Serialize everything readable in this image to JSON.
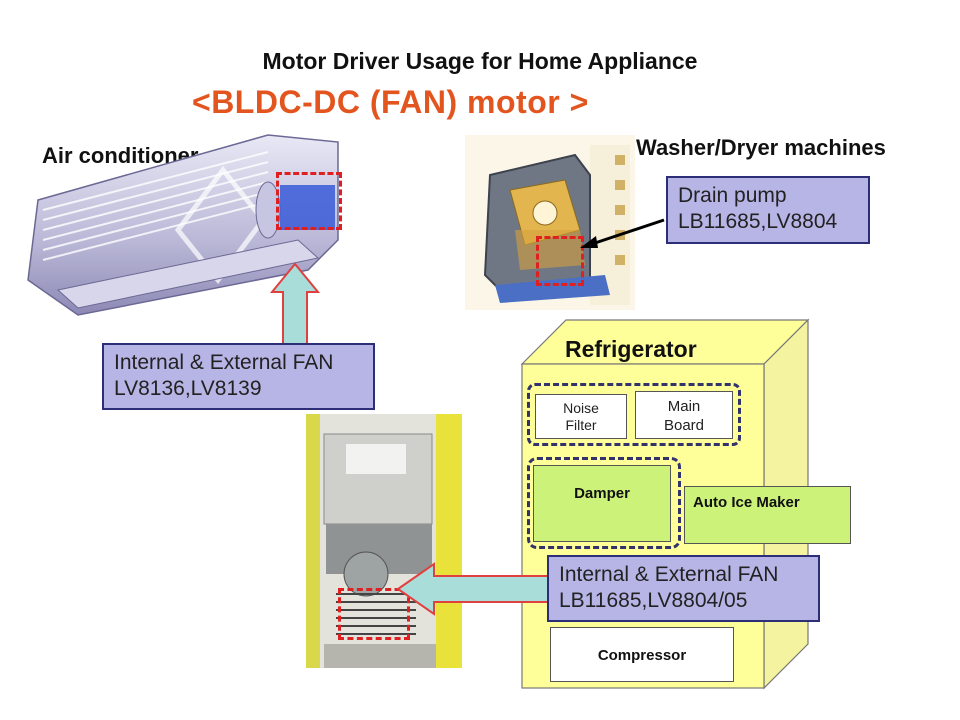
{
  "title": "Motor Driver Usage for Home Appliance",
  "subtitle": "<BLDC-DC (FAN) motor >",
  "air_conditioner": {
    "label": "Air conditioner",
    "callout": {
      "line1": "Internal & External FAN",
      "line2": "LV8136,LV8139"
    }
  },
  "washer": {
    "label": "Washer/Dryer machines",
    "callout": {
      "line1": "Drain pump",
      "line2": "LB11685,LV8804"
    }
  },
  "refrigerator": {
    "label": "Refrigerator",
    "noise_filter": {
      "line1": "Noise",
      "line2": "Filter"
    },
    "main_board": {
      "line1": "Main",
      "line2": "Board"
    },
    "damper": "Damper",
    "auto_ice_maker": "Auto Ice Maker",
    "compressor": "Compressor",
    "callout": {
      "line1": "Internal & External FAN",
      "line2": "LB11685,LV8804/05"
    }
  },
  "colors": {
    "subtitle": "#e3551f",
    "callout_fill": "#b7b5e6",
    "callout_border": "#2c2f78",
    "fridge_fill": "#ffff99",
    "green_box": "#ccf27a",
    "arrow_fill": "#a9ddd9",
    "dashed_red": "#e02020"
  }
}
